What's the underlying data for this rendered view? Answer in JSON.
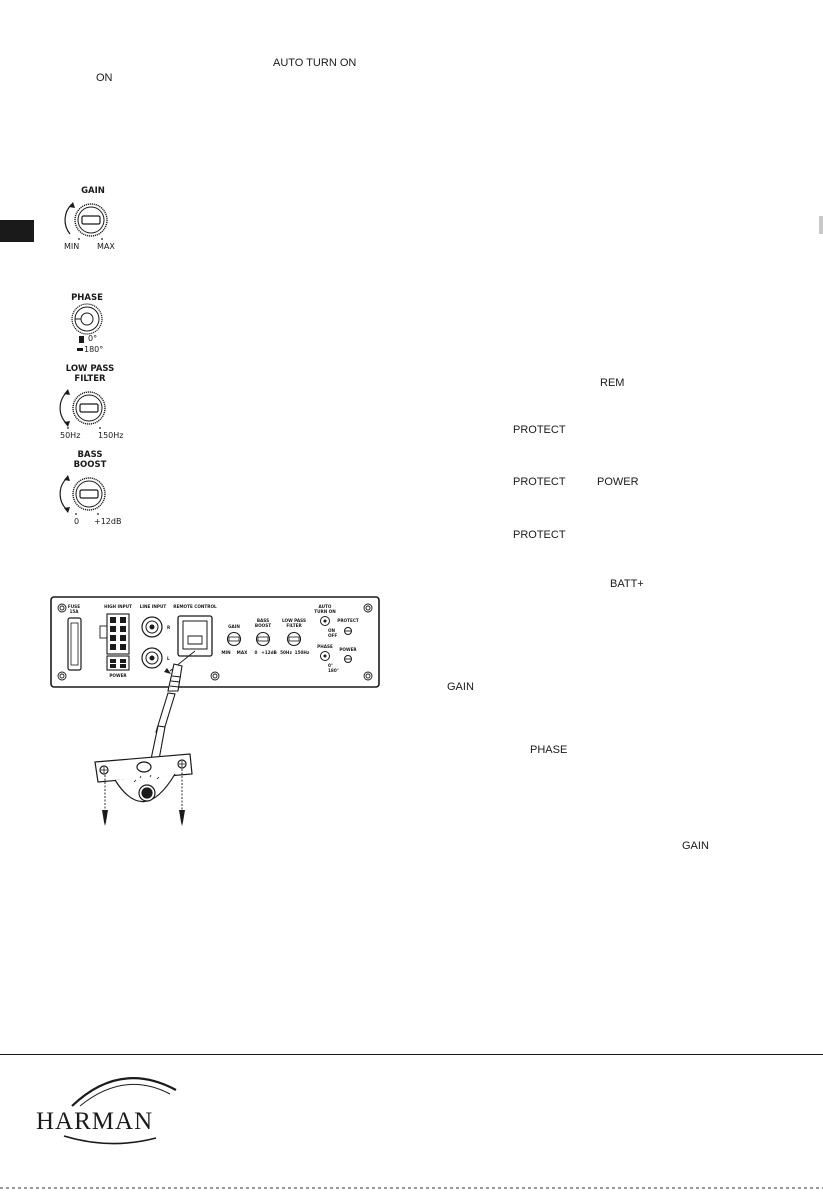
{
  "keywords": {
    "auto_turn_on": "AUTO TURN ON",
    "on": "ON",
    "rem": "REM",
    "protect_1": "PROTECT",
    "protect_2": "PROTECT",
    "power": "POWER",
    "protect_3": "PROTECT",
    "batt": "BATT+",
    "gain_1": "GAIN",
    "phase": "PHASE",
    "gain_2": "GAIN"
  },
  "controls": {
    "gain": {
      "title": "GAIN",
      "min": "MIN",
      "max": "MAX"
    },
    "phase": {
      "title": "PHASE",
      "opt1": "0°",
      "opt2": "180°"
    },
    "lpf": {
      "title_1": "LOW PASS",
      "title_2": "FILTER",
      "min": "50Hz",
      "max": "150Hz"
    },
    "bass": {
      "title_1": "BASS",
      "title_2": "BOOST",
      "min": "0",
      "max": "+12dB"
    }
  },
  "panel": {
    "fuse": "FUSE",
    "fuse_rating": "15A",
    "high_input": "HIGH INPUT",
    "line_input": "LINE INPUT",
    "power": "POWER",
    "remote_control": "REMOTE CONTROL",
    "gain": "GAIN",
    "gain_min": "MIN",
    "gain_max": "MAX",
    "bass_boost_1": "BASS",
    "bass_boost_2": "BOOST",
    "bass_min": "0",
    "bass_max": "+12dB",
    "lpf_1": "LOW PASS",
    "lpf_2": "FILTER",
    "lpf_min": "50Hz",
    "lpf_max": "150Hz",
    "auto_1": "AUTO",
    "auto_2": "TURN ON",
    "auto_on": "ON",
    "auto_off": "OFF",
    "phase": "PHASE",
    "phase_0": "0°",
    "phase_180": "180°",
    "protect": "PROTECT",
    "power_led": "POWER",
    "line_r": "R",
    "line_l": "L"
  },
  "footer": {
    "logo": "HARMAN"
  }
}
